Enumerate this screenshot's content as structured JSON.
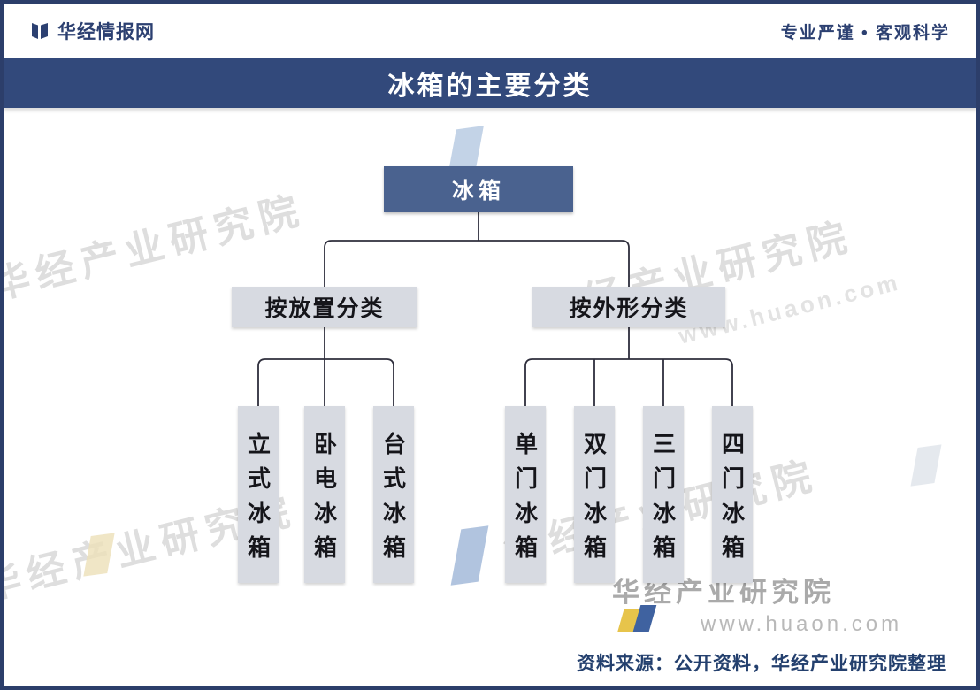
{
  "header": {
    "brand": "华经情报网",
    "slogan": "专业严谨 • 客观科学"
  },
  "title": "冰箱的主要分类",
  "tree": {
    "root": "冰箱",
    "branches": [
      {
        "label": "按放置分类",
        "children": [
          "立式冰箱",
          "卧电冰箱",
          "台式冰箱"
        ]
      },
      {
        "label": "按外形分类",
        "children": [
          "单门冰箱",
          "双门冰箱",
          "三门冰箱",
          "四门冰箱"
        ]
      }
    ]
  },
  "watermark": {
    "text": "华经产业研究院",
    "url": "www.huaon.com"
  },
  "footer": {
    "source": "资料来源：公开资料，华经产业研究院整理"
  },
  "colors": {
    "navy": "#32497b",
    "root_box": "#4a628f",
    "gray_box": "#d7dae1"
  }
}
